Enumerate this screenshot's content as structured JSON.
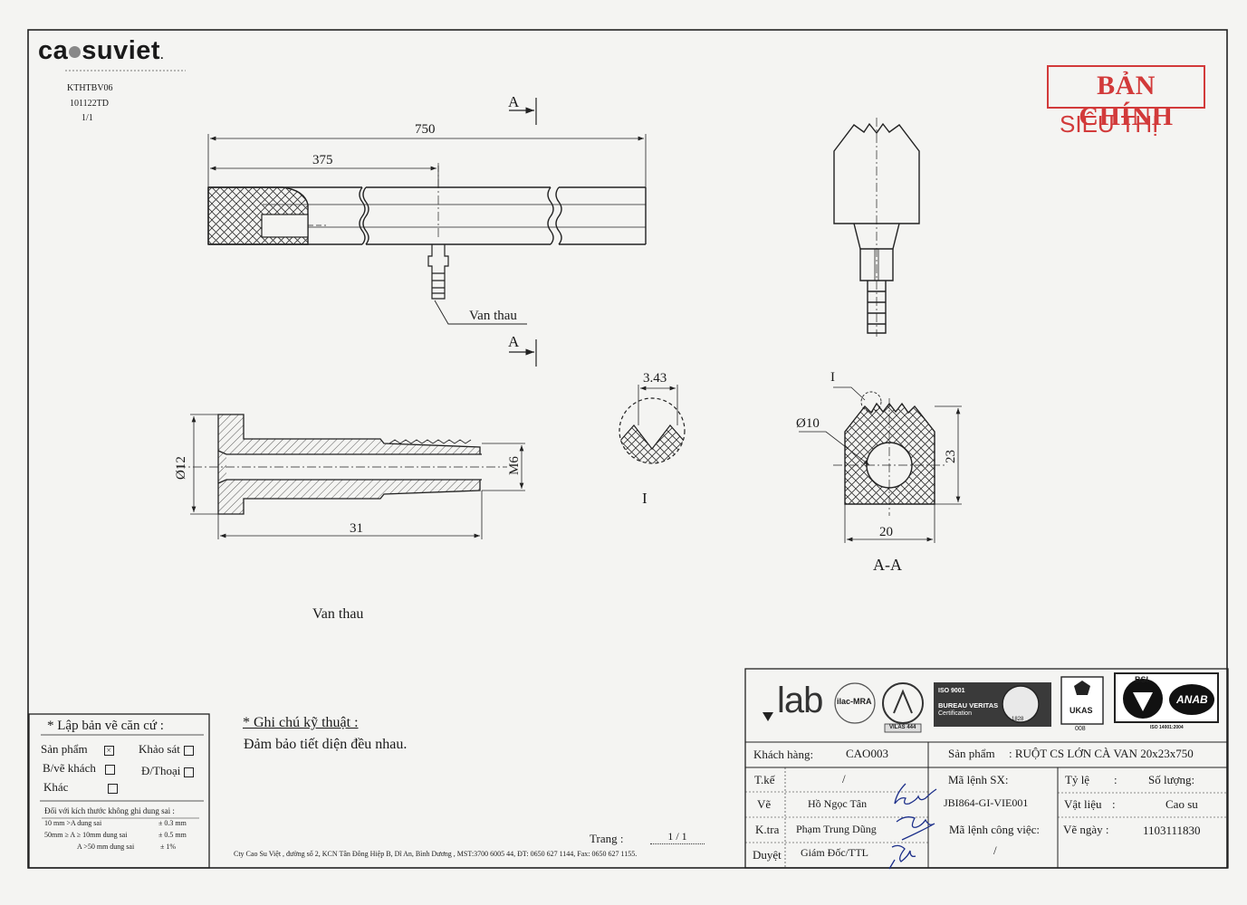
{
  "header": {
    "logo_left": "ca",
    "logo_right": "suviet",
    "logo_reg": ".",
    "doc_code": "KTHTBV06",
    "doc_number": "101122TD",
    "doc_page": "1/1"
  },
  "stamp": {
    "main": "BẢN CHÍNH",
    "sub": "SIÊU THỊ"
  },
  "drawing": {
    "section_mark": "A",
    "dim_750": "750",
    "dim_375": "375",
    "valve_label": "Van thau",
    "dim_d12": "Ø12",
    "dim_m6": "M6",
    "dim_31": "31",
    "valve_caption": "Van thau",
    "dim_343": "3.43",
    "detail_label": "I",
    "detail_callout": "I",
    "dim_d10": "Ø10",
    "dim_23": "23",
    "dim_20": "20",
    "section_caption": "A-A"
  },
  "basis": {
    "title": "* Lập bản vẽ căn cứ :",
    "sanpham": "Sản phẩm",
    "khaosat": "Khảo sát",
    "bvekhach": "B/vẽ khách",
    "dthoai": "Đ/Thoại",
    "khac": "Khác",
    "tol_title": "Đối với kích thước không ghi dung sai :",
    "tol1_a": "10 mm >A  dung sai",
    "tol1_b": "± 0.3 mm",
    "tol2_a": "50mm ≥ A ≥ 10mm dung sai",
    "tol2_b": "± 0.5 mm",
    "tol3_a": "A >50 mm dung sai",
    "tol3_b": "± 1%"
  },
  "notes": {
    "title": "* Ghi chú kỹ thuật :",
    "text": "Đảm bảo tiết diện đều nhau."
  },
  "footer": {
    "page_label": "Trang :",
    "page_value": "1 / 1",
    "address": "Cty Cao Su Việt , đường số 2, KCN Tân Đông Hiệp B, Dĩ An, Bình Dương , MST:3700 6005 44, ĐT: 0650 627 1144, Fax: 0650 627 1155."
  },
  "certs": {
    "lab": "lab",
    "ilac": "ilac-MRA",
    "vilas": "VILAS 444",
    "iso9001": "ISO 9001",
    "bv": "BUREAU VERITAS",
    "bv_cert": "Certification",
    "bv_year": "1828",
    "ukas": "UKAS",
    "ukas_num": "008",
    "bsi": "BSI",
    "anab": "ANAB",
    "iso14001": "ISO 14001:2004"
  },
  "title_block": {
    "khach_hang_label": "Khách hàng:",
    "khach_hang": "CAO003",
    "san_pham_label": "Sản phẩm",
    "san_pham": ": RUỘT CS LỚN CÀ VAN 20x23x750",
    "tke_label": "T.kế",
    "tke": "/",
    "ma_lenh_sx_label": "Mã lệnh SX:",
    "ty_le_label": "Tỷ lệ",
    "ty_le_colon": ":",
    "so_luong_label": "Số lượng:",
    "ve_label": "Vẽ",
    "ve": "Hồ Ngọc Tân",
    "ma_lenh_sx": "JBI864-GI-VIE001",
    "vat_lieu_label": "Vật liệu",
    "vat_lieu_colon": ":",
    "vat_lieu": "Cao su",
    "ktra_label": "K.tra",
    "ktra": "Phạm Trung Dũng",
    "ma_lenh_cv_label": "Mã lệnh công việc:",
    "ve_ngay_label": "Vẽ  ngày :",
    "ve_ngay": "1103111830",
    "duyet_label": "Duyệt",
    "duyet": "Giám  Đốc/TTL",
    "ma_lenh_cv": "/"
  }
}
